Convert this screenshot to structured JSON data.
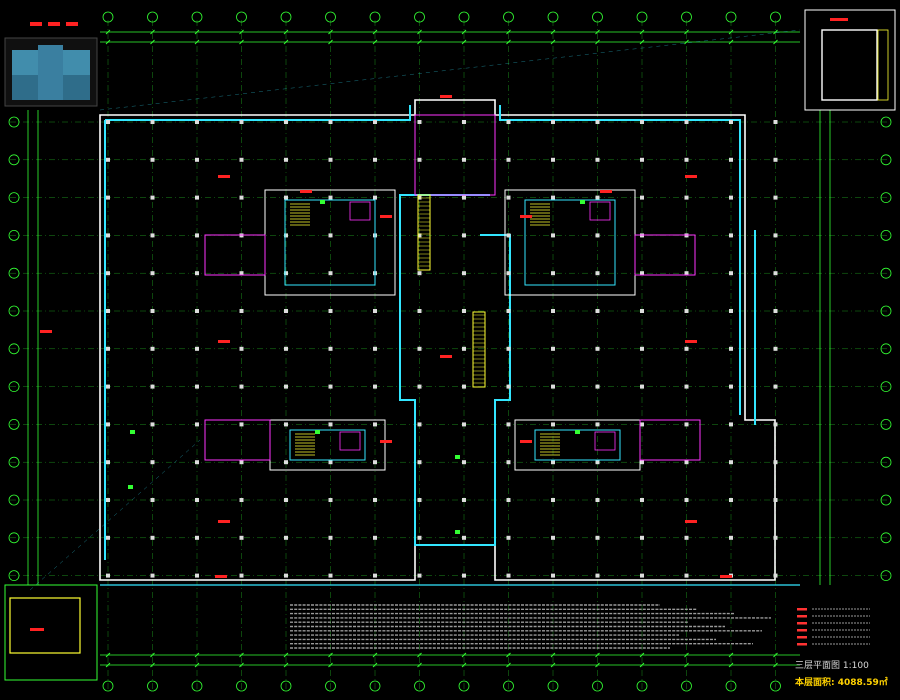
{
  "drawing": {
    "title": "三层平面图",
    "scale": "1:100",
    "area_label": "本层面积:",
    "area_value": "4088.59㎡"
  },
  "colors": {
    "background": "#000000",
    "axis_grid": "#33ff33",
    "wall": "#ffffff",
    "curtain_wall": "#33e6ff",
    "partition": "#ff33ff",
    "annotation": "#ff2222",
    "column": "#dddddd",
    "stair": "#ffff33",
    "text_yellow": "#ffd200"
  },
  "legend": {
    "swatch_colors": [
      "#ff3333",
      "#ff3333",
      "#ff3333",
      "#ff3333",
      "#ff3333",
      "#ff3333"
    ]
  },
  "icons": [
    "key-plan-thumbnail",
    "detail-inset-top-right",
    "detail-inset-bottom-left",
    "stair-symbol",
    "escalator-symbol"
  ]
}
